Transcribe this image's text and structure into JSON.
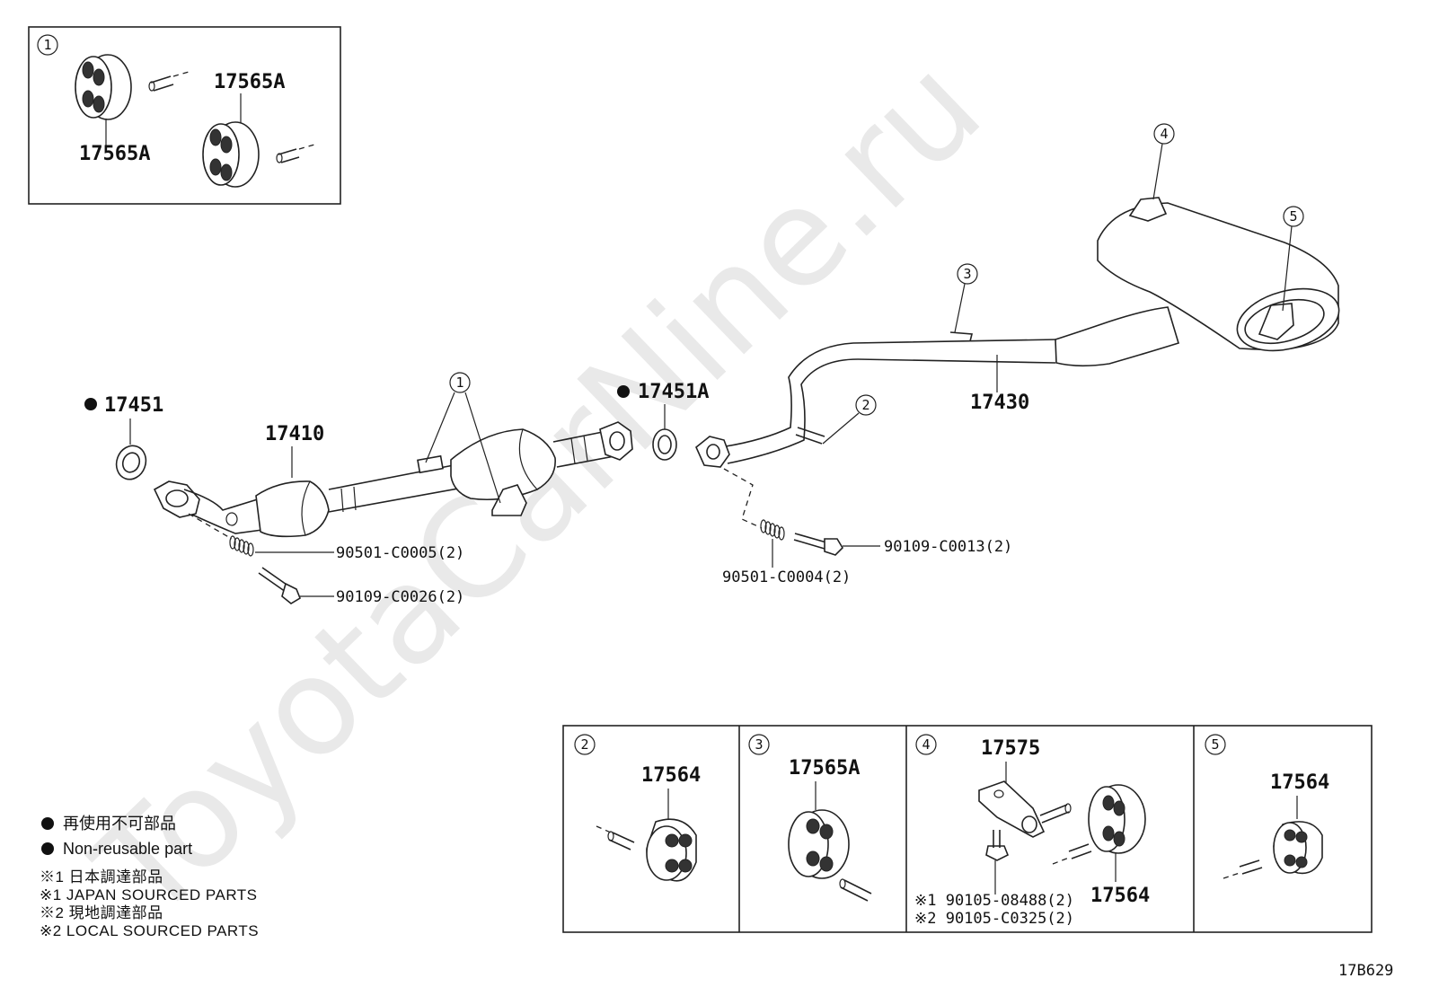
{
  "watermark": "ToyotaCarNine.ru",
  "diagram_code": "17B629",
  "inset_top": {
    "number": "1",
    "part_upper": "17565A",
    "part_lower": "17565A"
  },
  "main": {
    "gasket_front": "17451",
    "gasket_rear": "17451A",
    "front_pipe": "17410",
    "callout_front_pipe_hangers": "1",
    "tail_pipe": "17430",
    "callout_2": "2",
    "callout_3": "3",
    "callout_4": "4",
    "callout_5": "5",
    "spring_front": "90501-C0005(2)",
    "bolt_front": "90109-C0026(2)",
    "spring_rear": "90501-C0004(2)",
    "bolt_rear": "90109-C0013(2)"
  },
  "legend": {
    "non_reusable_jp": "再使用不可部品",
    "non_reusable_en": "Non-reusable part",
    "note1_jp": "※1  日本調達部品",
    "note1_en": "※1  JAPAN SOURCED PARTS",
    "note2_jp": "※2  現地調達部品",
    "note2_en": "※2  LOCAL SOURCED PARTS"
  },
  "bottom_panels": [
    {
      "number": "2",
      "part": "17564"
    },
    {
      "number": "3",
      "part": "17565A"
    },
    {
      "number": "4",
      "part_bracket": "17575",
      "part_hanger": "17564",
      "bolt_jp": "※1 90105-08488(2)",
      "bolt_local": "※2 90105-C0325(2)"
    },
    {
      "number": "5",
      "part": "17564"
    }
  ]
}
